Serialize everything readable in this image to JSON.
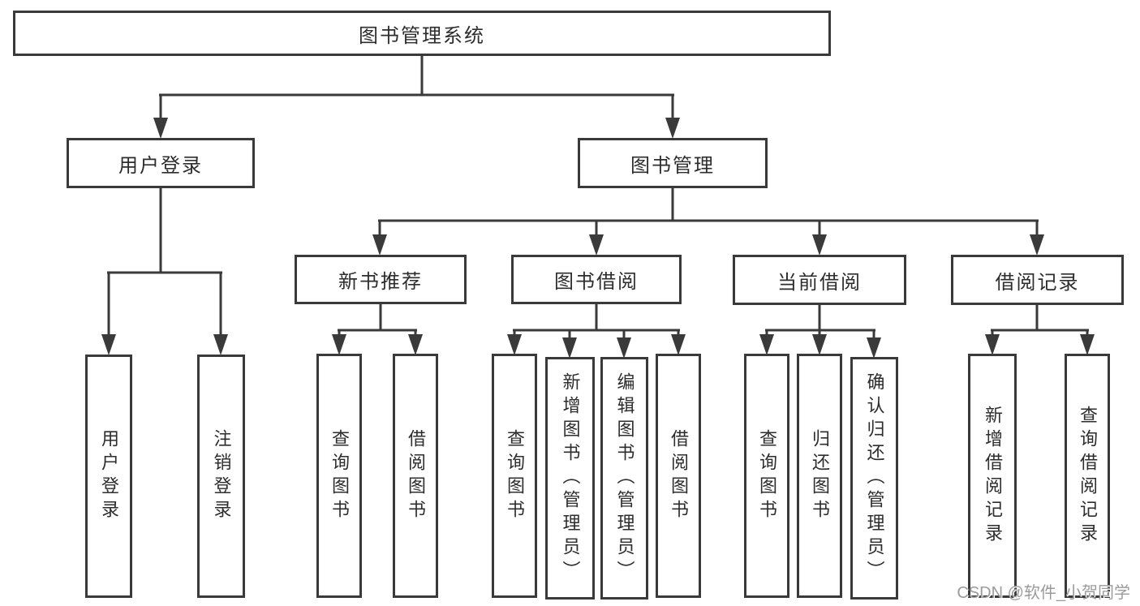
{
  "diagram": {
    "root": {
      "label": "图书管理系统"
    },
    "branches": [
      {
        "label": "用户登录",
        "children": [
          {
            "label": "用户登录"
          },
          {
            "label": "注销登录"
          }
        ]
      },
      {
        "label": "图书管理",
        "children": [
          {
            "label": "新书推荐",
            "children": [
              {
                "label": "查询图书"
              },
              {
                "label": "借阅图书"
              }
            ]
          },
          {
            "label": "图书借阅",
            "children": [
              {
                "label": "查询图书"
              },
              {
                "label": "新增图书（管理员）"
              },
              {
                "label": "编辑图书（管理员）"
              },
              {
                "label": "借阅图书"
              }
            ]
          },
          {
            "label": "当前借阅",
            "children": [
              {
                "label": "查询图书"
              },
              {
                "label": "归还图书"
              },
              {
                "label": "确认归还（管理员）"
              }
            ]
          },
          {
            "label": "借阅记录",
            "children": [
              {
                "label": "新增借阅记录"
              },
              {
                "label": "查询借阅记录"
              }
            ]
          }
        ]
      }
    ]
  },
  "watermark": {
    "text": "CSDN @软件_小贺同学"
  },
  "colors": {
    "line": "#3a3a3a",
    "box_border": "#3a3a3a",
    "box_fill": "#ffffff",
    "text": "#2d2d2d",
    "watermark": "#9b9b9b",
    "background": "#ffffff"
  }
}
